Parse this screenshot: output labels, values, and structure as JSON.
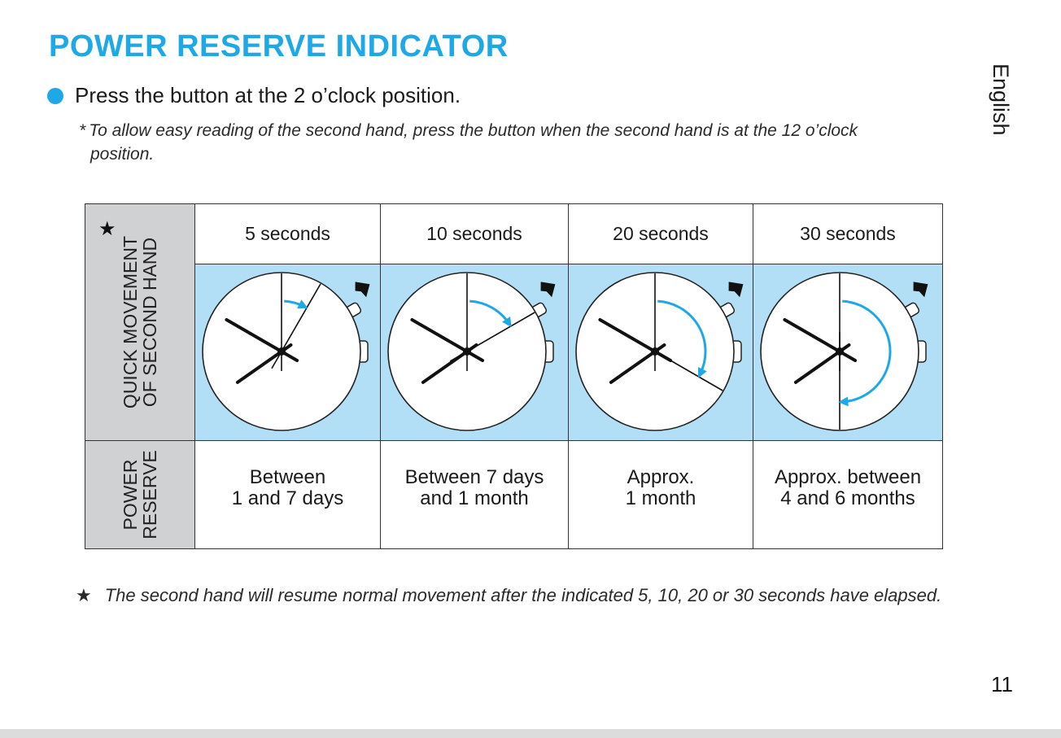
{
  "title": "POWER RESERVE INDICATOR",
  "language_tab": "English",
  "instruction": "Press the button at the 2 o’clock position.",
  "note": {
    "mark": "*",
    "line1": "To allow easy reading of the second hand, press the button when the second hand is at the 12 o’clock",
    "line2": "position."
  },
  "table": {
    "row_header_quick": {
      "star": "★",
      "line1": "QUICK MOVEMENT",
      "line2": "OF SECOND HAND"
    },
    "row_header_reserve": {
      "line1": "POWER",
      "line2": "RESERVE"
    },
    "columns": [
      {
        "header": "5 seconds",
        "seconds": 5,
        "reserve_line1": "Between",
        "reserve_line2": "1 and 7 days"
      },
      {
        "header": "10 seconds",
        "seconds": 10,
        "reserve_line1": "Between 7 days",
        "reserve_line2": "and 1 month"
      },
      {
        "header": "20 seconds",
        "seconds": 20,
        "reserve_line1": "Approx.",
        "reserve_line2": "1 month"
      },
      {
        "header": "30 seconds",
        "seconds": 30,
        "reserve_line1": "Approx. between",
        "reserve_line2": "4 and 6 months"
      }
    ]
  },
  "footnote": {
    "star": "★",
    "text": "The second hand will resume normal movement after the indicated 5, 10, 20 or 30 seconds have elapsed."
  },
  "page_number": "11",
  "colors": {
    "accent": "#1fa8e6",
    "dial_band": "#b3dff6",
    "row_header_bg": "#d0d1d3"
  },
  "icons": {
    "bullet": "blue-dot-icon",
    "press_indicator": "press-pointer-icon",
    "sweep": "sweep-arrow-icon"
  }
}
